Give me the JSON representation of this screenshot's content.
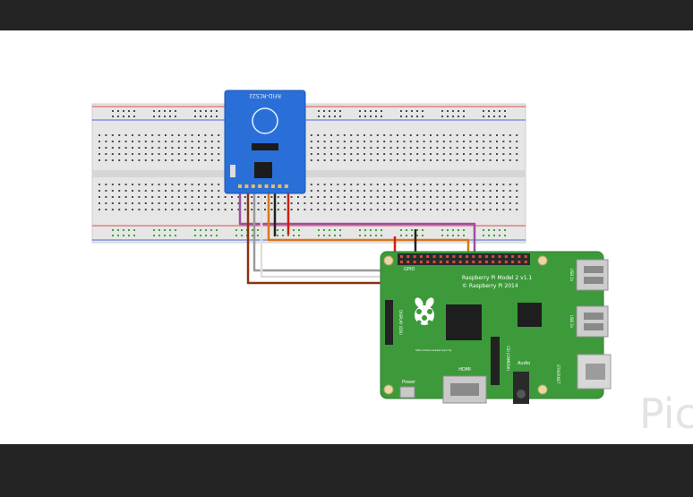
{
  "rfid_module": {
    "label": "RFID-RC522"
  },
  "raspberry_pi": {
    "model_line": "Raspberry Pi Model 2 v1.1",
    "copyright_line": "© Raspberry Pi 2014",
    "url_text": "http://www.raspberrypi.org",
    "gpio_label": "GPIO",
    "dsi_label": "DISPLAY (DSI)",
    "hdmi_label": "HDMI",
    "csi_label": "CSI (CAMERA)",
    "audio_label": "Audio",
    "power_label": "Power",
    "usb_label": "USB 2x",
    "ethernet_label": "ETHERNET"
  },
  "watermark": {
    "text": "Pic"
  },
  "colors": {
    "breadboard": "#e6e6e6",
    "pcb_green": "#3c9a3a",
    "module_blue": "#2a6fd8",
    "wire_purple": "#9b4fa0",
    "wire_orange": "#d8761c",
    "wire_red": "#cc1f10",
    "wire_brown": "#8a3513",
    "wire_white": "#f2f2f2",
    "wire_grey": "#9a9a9a",
    "wire_black": "#222222"
  }
}
